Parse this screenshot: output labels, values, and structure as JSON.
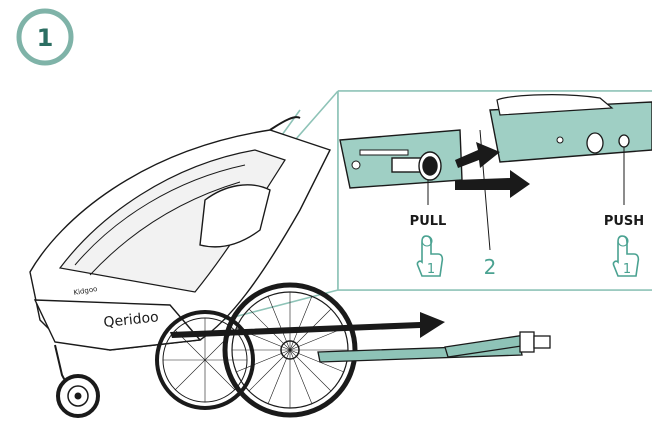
{
  "step": {
    "number": "1"
  },
  "brand": {
    "wordmark": "Qeridoo",
    "model": "Kidgoo"
  },
  "callout": {
    "pull_label": "PULL",
    "push_label": "PUSH",
    "sequence_number": "2",
    "hand_step_left": "1",
    "hand_step_right": "1"
  },
  "colors": {
    "teal": "#7fb8ac",
    "teal_light": "#a9d4cb",
    "step_circle": "#7fb3a8",
    "step_text": "#2b6e62",
    "ink": "#1a1a1a"
  },
  "icons": [
    "hand-pointer-icon",
    "arrow-right-icon"
  ]
}
